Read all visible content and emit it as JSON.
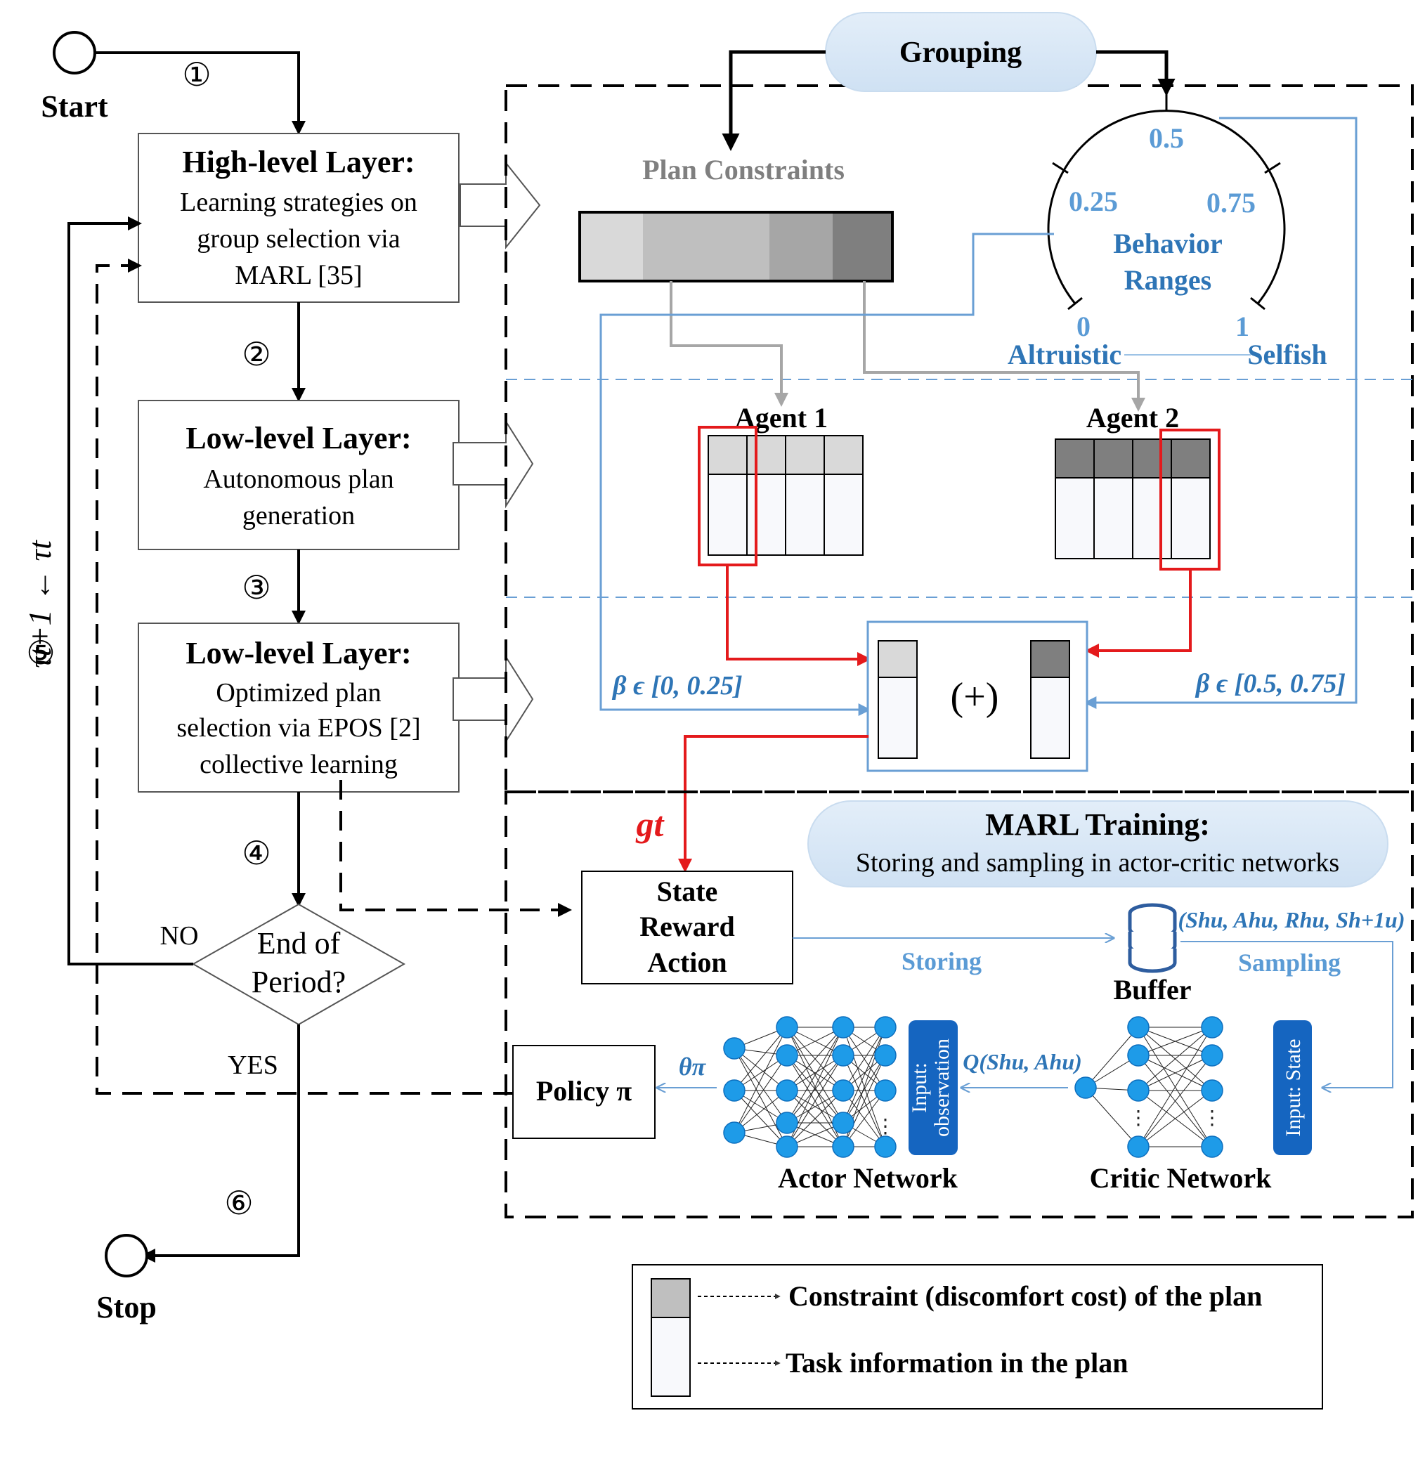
{
  "flow": {
    "start": "Start",
    "stop": "Stop",
    "steps": [
      "①",
      "②",
      "③",
      "④",
      "⑤",
      "⑥"
    ],
    "no": "NO",
    "yes": "YES",
    "update_rule": "τt+1 ← τt"
  },
  "boxes": {
    "high_title": "High-level Layer:",
    "high_lines": [
      "Learning strategies on",
      "group selection via",
      "MARL [35]"
    ],
    "low1_title": "Low-level Layer:",
    "low1_lines": [
      "Autonomous plan",
      "generation"
    ],
    "low2_title": "Low-level Layer:",
    "low2_lines": [
      "Optimized plan",
      "selection via EPOS [2]",
      "collective learning"
    ],
    "decision": [
      "End of",
      "Period?"
    ]
  },
  "grouping": {
    "label": "Grouping",
    "plan_constraints": "Plan Constraints",
    "constraint_shades": [
      "#d9d9d9",
      "#bfbfbf",
      "#bfbfbf",
      "#a6a6a6",
      "#7f7f7f"
    ]
  },
  "behavior": {
    "title": [
      "Behavior",
      "Ranges"
    ],
    "ticks": [
      "0.5",
      "0.25",
      "0.75",
      "0",
      "1"
    ],
    "left": "Altruistic",
    "right": "Selfish",
    "beta_left": "β ϵ [0, 0.25]",
    "beta_right": "β ϵ [0.5, 0.75]"
  },
  "agents": {
    "agent1": "Agent 1",
    "agent2": "Agent 2",
    "combine": "(+)",
    "gt": "gt"
  },
  "marl": {
    "title": "MARL Training:",
    "subtitle": "Storing and sampling in actor-critic networks",
    "state_box": [
      "State",
      "Reward",
      "Action"
    ],
    "storing": "Storing",
    "sampling": "Sampling",
    "buffer": "Buffer",
    "tuple": "(Shu, Ahu, Rhu, Sh+1u)",
    "policy": "Policy π",
    "theta": "θπ",
    "q": "Q(Shu, Ahu)",
    "actor_input": [
      "Input:",
      "observation"
    ],
    "critic_input": "Input: State",
    "actor": "Actor Network",
    "critic": "Critic Network"
  },
  "legend": {
    "constraint": "Constraint (discomfort cost) of the plan",
    "task": "Task information in the plan"
  },
  "colors": {
    "blue": "#2e75b6",
    "light_blue": "#9dc3e6",
    "red": "#e41a1c",
    "node": "#1e9be8",
    "dark": "#000000"
  }
}
